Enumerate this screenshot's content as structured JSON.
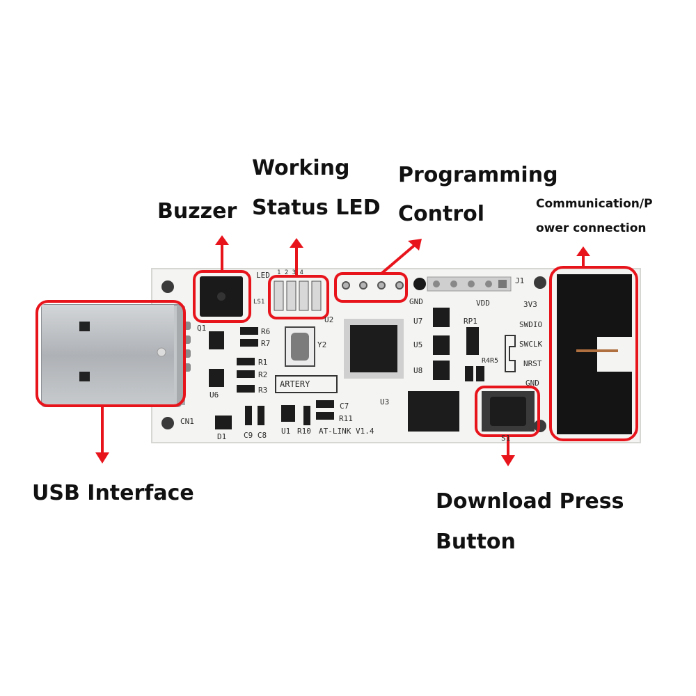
{
  "colors": {
    "highlight": "#e8141c",
    "board": "#f4f4f2",
    "usb_metal": "#b9bcbf",
    "black_parts": "#151515"
  },
  "annotations": {
    "buzzer": "Buzzer",
    "working_status_led_line1": "Working",
    "working_status_led_line2": "Status LED",
    "programming_control_line1": "Programming",
    "programming_control_line2": "Control",
    "communication_line1": "Communication/P",
    "communication_line2": "ower connection",
    "usb_interface": "USB Interface",
    "download_press_line1": "Download Press",
    "download_press_line2": "Button"
  },
  "board_silkscreen": {
    "led": "LED",
    "led_numbers": "1  2  3  4",
    "ls1": "LS1",
    "q1": "Q1",
    "r6": "R6",
    "r7": "R7",
    "r1": "R1",
    "r2": "R2",
    "r3": "R3",
    "u6": "U6",
    "y2": "Y2",
    "u2": "U2",
    "gnd_top": "GND",
    "vdd": "VDD",
    "j1": "J1",
    "u7": "U7",
    "u5": "U5",
    "u8": "U8",
    "rp1": "RP1",
    "r4r5": "R4R5",
    "pin_3v3": "3V3",
    "pin_swdio": "SWDIO",
    "pin_swclk": "SWCLK",
    "pin_nrst": "NRST",
    "pin_gnd": "GND",
    "cn1": "CN1",
    "d1": "D1",
    "c9c8": "C9 C8",
    "u1": "U1",
    "r10": "R10",
    "c7": "C7",
    "r11": "R11",
    "u3": "U3",
    "at_link": "AT-LINK V1.4",
    "brand": "ARTERY",
    "s1": "S1"
  }
}
